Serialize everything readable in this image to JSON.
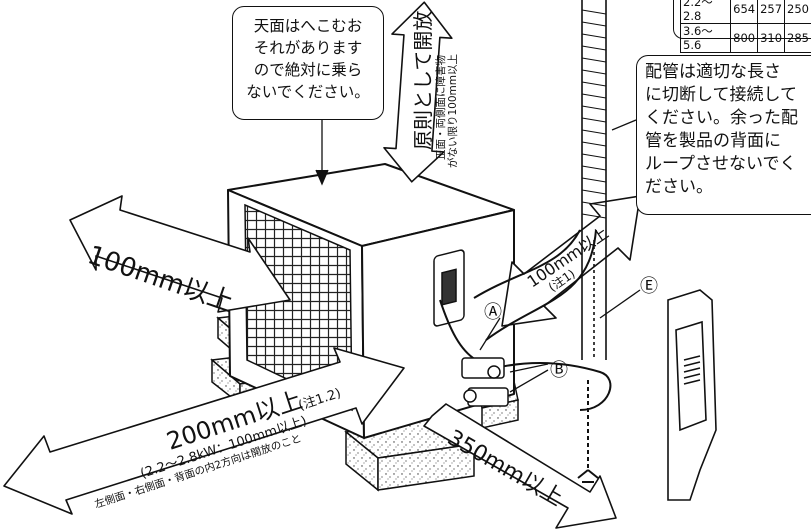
{
  "notes": {
    "top_note": [
      "天面はへこむお",
      "それがあります",
      "ので絶対に乗ら",
      "ないでください。"
    ],
    "right_note": [
      "配管は適切な長さ",
      "に切断して接続して",
      "ください。余った配",
      "管を製品の背面に",
      "ループさせないでく",
      "ださい。"
    ]
  },
  "clearances": {
    "top_main": "原則として開放",
    "top_sub1": "正面・両側面に障害物",
    "top_sub2": "がない限り100mm以上",
    "left": "100mm以上",
    "back_main": "100mm以上",
    "back_note": "(注1)",
    "front_main": "200mm以上",
    "front_note": "(注1.2)",
    "front_sub1": "(2.2～2.8kW：100mm以上)",
    "front_sub2": "左側面・右側面・背面の内2方向は開放のこと",
    "right": "350mm以上"
  },
  "callouts": {
    "a": "Ⓐ",
    "b": "Ⓑ",
    "e": "Ⓔ"
  },
  "spec_table": {
    "rows": [
      [
        "2.2～2.8",
        "654",
        "257",
        "250"
      ],
      [
        "3.6～5.6",
        "800",
        "310",
        "285"
      ]
    ]
  }
}
